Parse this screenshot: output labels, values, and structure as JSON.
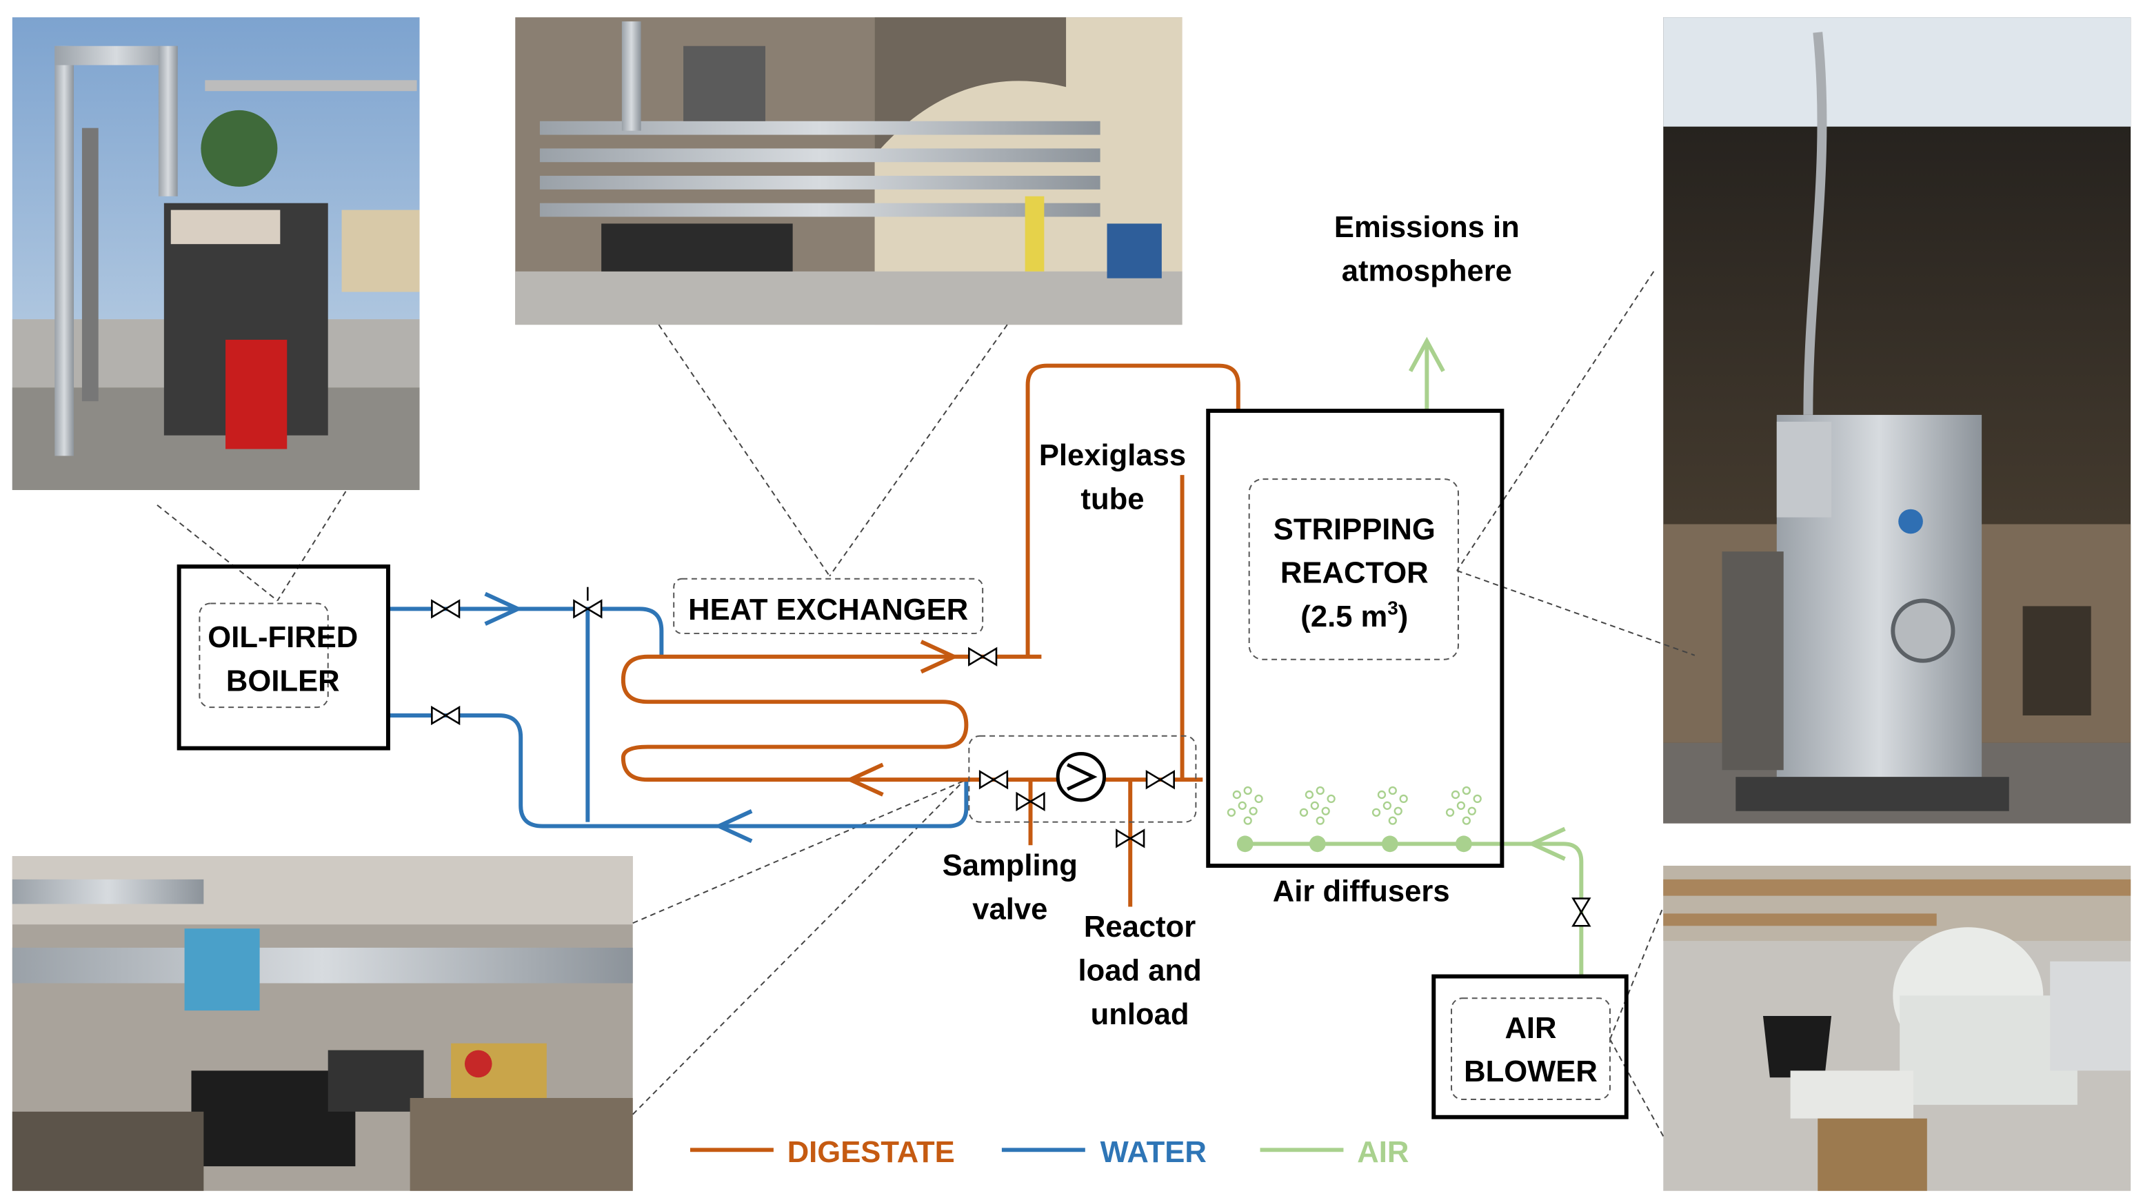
{
  "labels": {
    "boiler_line1": "OIL-FIRED",
    "boiler_line2": "BOILER",
    "heat_exchanger": "HEAT EXCHANGER",
    "reactor_line1": "STRIPPING",
    "reactor_line2": "REACTOR",
    "reactor_line3": "(2.5 m",
    "reactor_sup": "3",
    "reactor_line3_end": ")",
    "emissions_line1": "Emissions in",
    "emissions_line2": "atmosphere",
    "plexiglass_line1": "Plexiglass",
    "plexiglass_line2": "tube",
    "sampling_line1": "Sampling",
    "sampling_line2": "valve",
    "load_line1": "Reactor",
    "load_line2": "load and",
    "load_line3": "unload",
    "air_diffusers": "Air diffusers",
    "blower_line1": "AIR",
    "blower_line2": "BLOWER"
  },
  "legend": {
    "digestate": "DIGESTATE",
    "water": "WATER",
    "air": "AIR"
  },
  "colors": {
    "digestate": "#c55a11",
    "water": "#2e75b6",
    "air": "#a9d18e",
    "box": "#000000"
  },
  "photos": {
    "boiler_photo": "photo-oil-fired-boiler",
    "heat_exchanger_photo": "photo-heat-exchanger",
    "reactor_photo": "photo-stripping-reactor",
    "pump_photo": "photo-pump-and-valves",
    "blower_photo": "photo-air-blower"
  }
}
